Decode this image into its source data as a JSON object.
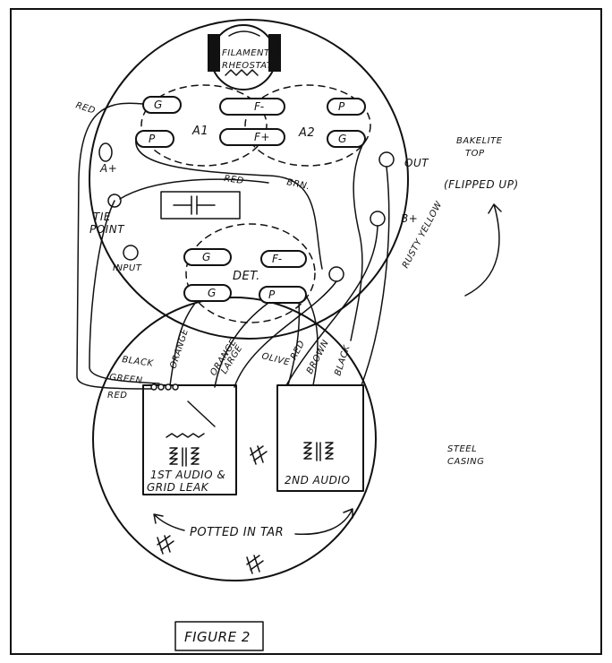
{
  "labels": {
    "filament": "FILAMENT",
    "rheostat": "RHEOSTAT",
    "a1": "A1",
    "a2": "A2",
    "det": "DET.",
    "a_plus": "A+",
    "b_plus": "B+",
    "out": "OUT",
    "input": "INPUT",
    "tie": "TIE",
    "point": "POINT",
    "bakelite_line1": "BAKELITE",
    "bakelite_line2": "TOP",
    "flipped": "(FLIPPED UP)",
    "steel_line1": "STEEL",
    "steel_line2": "CASING",
    "potted": "POTTED IN TAR",
    "audio1_line1": "1ST AUDIO &",
    "audio1_line2": "GRID LEAK",
    "audio2": "2ND AUDIO",
    "figure": "FIGURE 2"
  },
  "pins": {
    "a1_g": "G",
    "a1_p": "P",
    "a1_fm": "F-",
    "a1_fp": "F+",
    "a2_p": "P",
    "a2_g": "G",
    "det_a": "G",
    "det_fm": "F-",
    "det_g": "G",
    "det_p": "P"
  },
  "wires": {
    "red1": "RED",
    "red2": "RED",
    "red3": "RED",
    "red4": "RED",
    "brn": "BRN.",
    "rusty": "RUSTY YELLOW",
    "black1": "BLACK",
    "black2": "BLACK",
    "green": "GREEN",
    "orange1": "ORANGE",
    "orange2": "ORANGE",
    "large": "LARGE",
    "olive": "OLIVE",
    "brown": "BROWN"
  }
}
